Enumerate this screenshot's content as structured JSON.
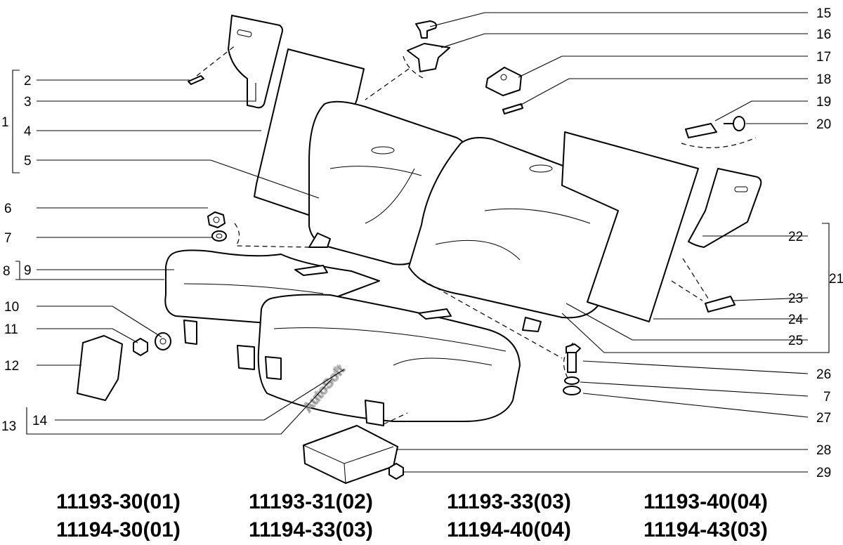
{
  "watermark": "AutoSoft",
  "callouts": [
    {
      "id": "c1",
      "text": "1"
    },
    {
      "id": "c2",
      "text": "2"
    },
    {
      "id": "c3",
      "text": "3"
    },
    {
      "id": "c4",
      "text": "4"
    },
    {
      "id": "c5",
      "text": "5"
    },
    {
      "id": "c6",
      "text": "6"
    },
    {
      "id": "c7a",
      "text": "7"
    },
    {
      "id": "c8",
      "text": "8"
    },
    {
      "id": "c9",
      "text": "9"
    },
    {
      "id": "c10",
      "text": "10"
    },
    {
      "id": "c11",
      "text": "11"
    },
    {
      "id": "c12",
      "text": "12"
    },
    {
      "id": "c13",
      "text": "13"
    },
    {
      "id": "c14",
      "text": "14"
    },
    {
      "id": "c15",
      "text": "15"
    },
    {
      "id": "c16",
      "text": "16"
    },
    {
      "id": "c17",
      "text": "17"
    },
    {
      "id": "c18",
      "text": "18"
    },
    {
      "id": "c19",
      "text": "19"
    },
    {
      "id": "c20",
      "text": "20"
    },
    {
      "id": "c21",
      "text": "21"
    },
    {
      "id": "c22",
      "text": "22"
    },
    {
      "id": "c23",
      "text": "23"
    },
    {
      "id": "c24",
      "text": "24"
    },
    {
      "id": "c25",
      "text": "25"
    },
    {
      "id": "c26",
      "text": "26"
    },
    {
      "id": "c7b",
      "text": "7"
    },
    {
      "id": "c27",
      "text": "27"
    },
    {
      "id": "c28",
      "text": "28"
    },
    {
      "id": "c29",
      "text": "29"
    }
  ],
  "model_codes": {
    "row1": [
      "11193-30(01)",
      "11193-31(02)",
      "11193-33(03)",
      "11193-40(04)"
    ],
    "row2": [
      "11194-30(01)",
      "11194-33(03)",
      "11194-40(04)",
      "11194-43(03)"
    ]
  }
}
